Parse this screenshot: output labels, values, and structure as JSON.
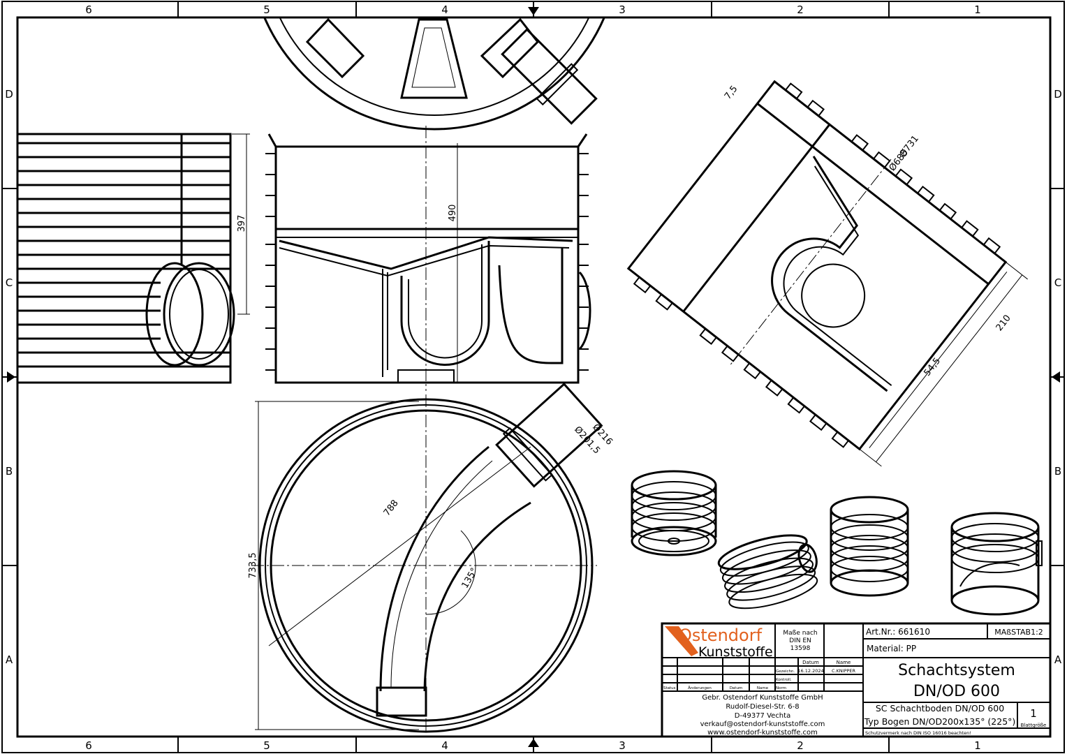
{
  "frame": {
    "columns": [
      "6",
      "5",
      "4",
      "3",
      "2",
      "1"
    ],
    "rows": [
      "D",
      "C",
      "B",
      "A"
    ]
  },
  "dimensions": {
    "side_height": "397",
    "section_height": "490",
    "outer_diameter": "Ø731",
    "inner_diameter": "Ø685",
    "wall_step": "7,5",
    "socket_depth": "210",
    "bottom_offset": "54,5",
    "plan_diagonal": "788",
    "plan_height": "733,5",
    "bend_angle": "135°",
    "pipe_outer_diameter": "Ø216",
    "pipe_inner_diameter": "Ø201,5"
  },
  "title_block": {
    "logo_top": "Ostendorf",
    "logo_bottom": "Kunststoffe",
    "standard_note": [
      "Maße nach",
      "DIN EN",
      "13598"
    ],
    "article_number": "Art.Nr.: 661610",
    "scale": "MAßSTAB1:2",
    "material": "Material: PP",
    "title_line1": "Schachtsystem",
    "title_line2": "DN/OD 600",
    "subtitle_line1": "SC Schachtboden DN/OD 600",
    "subtitle_line2": "Typ Bogen DN/OD200x135° (225°)",
    "sheet_number": "1",
    "sheet_size_label": "Blattgröße",
    "protection_note": "Schutzvermerk nach DIN ISO 16016 beachten!",
    "col_date": "Datum",
    "col_name": "Name",
    "drawn_label": "Gezeichn.",
    "drawn_date": "16.12.2024",
    "drawn_name": "C.KNIPPER",
    "checked_label": "Kontroll.",
    "norm_label": "Norm",
    "rev_status": "Status",
    "rev_changes": "Änderungen",
    "rev_date": "Datum",
    "rev_name": "Name",
    "company": "Gebr. Ostendorf Kunststoffe GmbH",
    "street": "Rudolf-Diesel-Str. 6-8",
    "city": "D-49377 Vechta",
    "email": "verkauf@ostendorf-kunststoffe.com",
    "web": "www.ostendorf-kunststoffe.com"
  },
  "colors": {
    "logo_orange": "#e2611e",
    "line": "#000000"
  }
}
